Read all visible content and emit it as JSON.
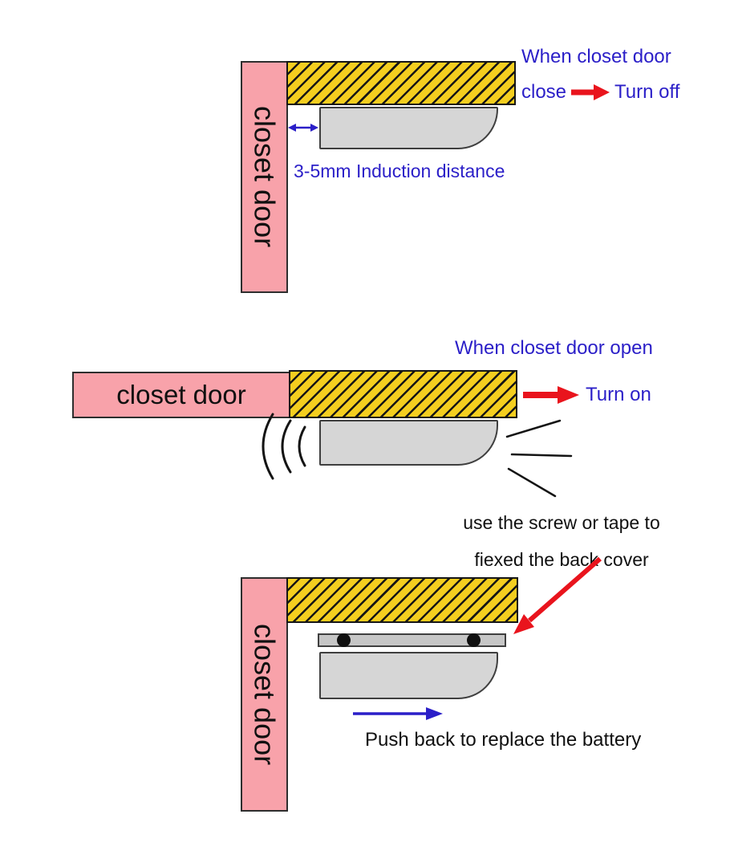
{
  "colors": {
    "door_pink": "#F8A2AA",
    "mount_yellow": "#F4CE1F",
    "sensor_gray": "#D6D6D6",
    "cover_gray": "#C6C6C6",
    "accent_blue": "#2B1FC8",
    "arrow_red": "#E9141D",
    "ink": "#141414"
  },
  "panel_closed": {
    "door_label": "closet door",
    "induction_note": "3-5mm Induction distance",
    "caption_line1": "When closet door",
    "caption_line2": "close",
    "action": "Turn off"
  },
  "panel_open": {
    "caption": "When closet door open",
    "door_label": "closet door",
    "action": "Turn on"
  },
  "panel_battery": {
    "caption_line1": "use the screw or tape to",
    "caption_line2": "fiexed the back cover",
    "door_label": "closet door",
    "instruction": "Push back to replace the battery"
  },
  "icons": {
    "gap_double_arrow": "↔",
    "turn_off_arrow": "→",
    "turn_on_arrow": "→",
    "push_back_arrow": "→",
    "back_cover_pointer_arrow": "↙",
    "motion_waves": "(((",
    "light_rays": "///"
  }
}
